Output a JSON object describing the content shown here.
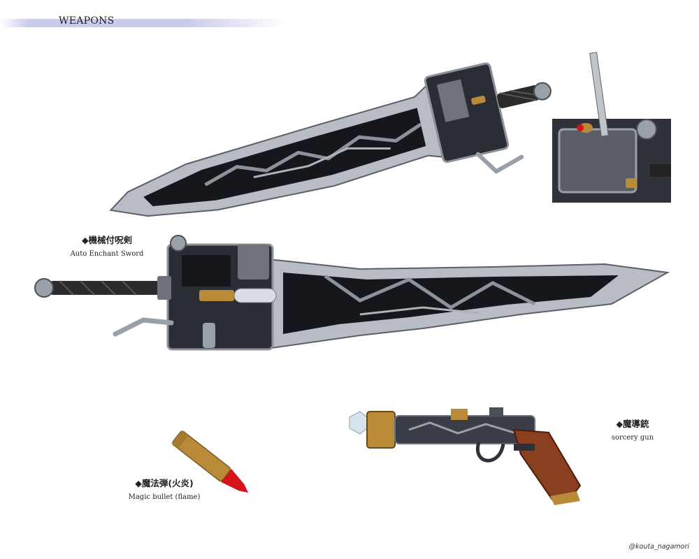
{
  "header": {
    "title": "WEAPONS"
  },
  "items": {
    "sword": {
      "name_jp": "◆機械付呪剣",
      "name_en": "Auto Enchant Sword"
    },
    "gun": {
      "name_jp": "◆魔導銃",
      "name_en": "sorcery gun"
    },
    "bullet": {
      "name_jp": "◆魔法弾(火炎)",
      "name_en": "Magic bullet (flame)"
    }
  },
  "credit": "@kouta_nagamori",
  "colors": {
    "header_bar": "#c9cbeb",
    "blade_steel": "#b8bcc4",
    "blade_dark": "#15171d",
    "brass": "#b98a38",
    "wood": "#8a3f1e",
    "flame_tip": "#d3141c"
  }
}
